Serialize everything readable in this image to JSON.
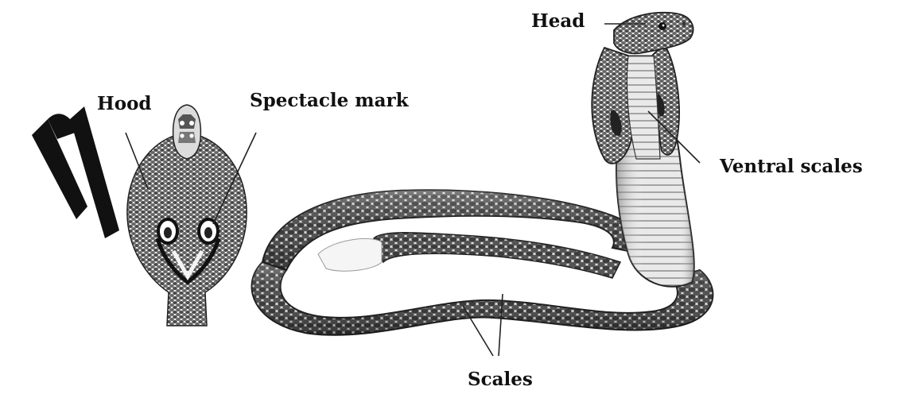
{
  "labels": {
    "head": "Head",
    "hood": "Hood",
    "spectacle_mark": "Spectacle mark",
    "ventral_scales": "Ventral scales",
    "scales": "Scales"
  },
  "colors": {
    "ink": "#111111",
    "scale_dark": "#3a3a3a",
    "scale_light": "#d8d8d8",
    "body_mid": "#8a8a8a",
    "background": "#ffffff"
  }
}
